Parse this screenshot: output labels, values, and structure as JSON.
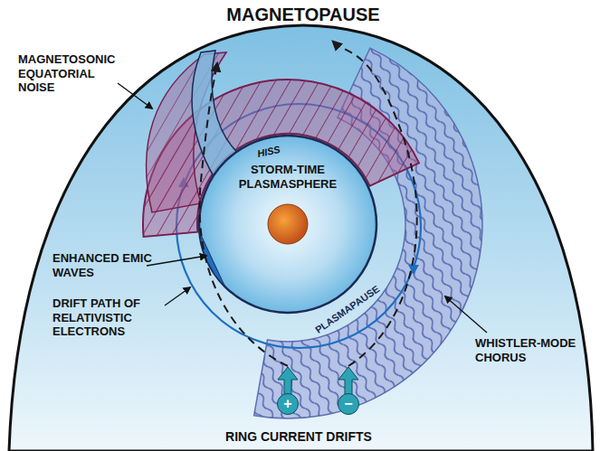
{
  "diagram": {
    "nodes": [
      {
        "text": [
          "STORM-TIME PLASMASPHERE"
        ]
      },
      {
        "text": [
          "+"
        ]
      },
      {
        "text": [
          "−"
        ]
      }
    ],
    "labels": [
      "MAGNETOPAUSE",
      "MAGNETOSONIC EQUATORIAL NOISE",
      "HISS",
      "PLASMAPAUSE",
      "ENHANCED EMIC WAVES",
      "DRIFT PATH OF RELATIVISTIC ELECTRONS",
      "WHISTLER-MODE CHORUS",
      "RING CURRENT DRIFTS"
    ]
  }
}
